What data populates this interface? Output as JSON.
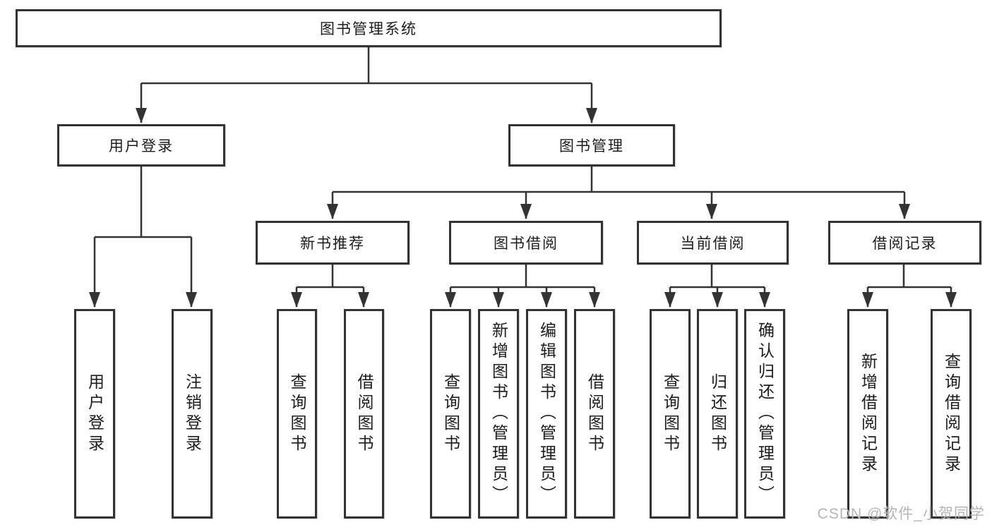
{
  "nodes": {
    "root": {
      "label": "图书管理系统"
    },
    "user_login": {
      "label": "用户登录"
    },
    "book_mgmt": {
      "label": "图书管理"
    },
    "new_book_rec": {
      "label": "新书推荐"
    },
    "book_borrow": {
      "label": "图书借阅"
    },
    "current_borrow": {
      "label": "当前借阅"
    },
    "borrow_records": {
      "label": "借阅记录"
    },
    "leaf_user_login": {
      "label": "用户登录"
    },
    "leaf_logout": {
      "label": "注销登录"
    },
    "leaf_query_books_1": {
      "label": "查询图书"
    },
    "leaf_borrow_books_1": {
      "label": "借阅图书"
    },
    "leaf_query_books_2": {
      "label": "查询图书"
    },
    "leaf_add_book": {
      "label": "新增图书（管理员）"
    },
    "leaf_edit_book": {
      "label": "编辑图书（管理员）"
    },
    "leaf_borrow_books_2": {
      "label": "借阅图书"
    },
    "leaf_query_books_3": {
      "label": "查询图书"
    },
    "leaf_return_book": {
      "label": "归还图书"
    },
    "leaf_confirm_return": {
      "label": "确认归还（管理员）"
    },
    "leaf_add_record": {
      "label": "新增借阅记录"
    },
    "leaf_query_record": {
      "label": "查询借阅记录"
    }
  },
  "edges": [
    [
      "图书管理系统",
      "用户登录"
    ],
    [
      "图书管理系统",
      "图书管理"
    ],
    [
      "用户登录",
      "用户登录(子)"
    ],
    [
      "用户登录",
      "注销登录"
    ],
    [
      "图书管理",
      "新书推荐"
    ],
    [
      "图书管理",
      "图书借阅"
    ],
    [
      "图书管理",
      "当前借阅"
    ],
    [
      "图书管理",
      "借阅记录"
    ],
    [
      "新书推荐",
      "查询图书"
    ],
    [
      "新书推荐",
      "借阅图书"
    ],
    [
      "图书借阅",
      "查询图书"
    ],
    [
      "图书借阅",
      "新增图书（管理员）"
    ],
    [
      "图书借阅",
      "编辑图书（管理员）"
    ],
    [
      "图书借阅",
      "借阅图书"
    ],
    [
      "当前借阅",
      "查询图书"
    ],
    [
      "当前借阅",
      "归还图书"
    ],
    [
      "当前借阅",
      "确认归还（管理员）"
    ],
    [
      "借阅记录",
      "新增借阅记录"
    ],
    [
      "借阅记录",
      "查询借阅记录"
    ]
  ],
  "watermark": {
    "text": "CSDN @软件_小贺同学"
  },
  "colors": {
    "line": "#333333",
    "box_border": "#333333",
    "text": "#1c1c1c",
    "watermark": "#b5b5b5",
    "background": "#ffffff"
  }
}
